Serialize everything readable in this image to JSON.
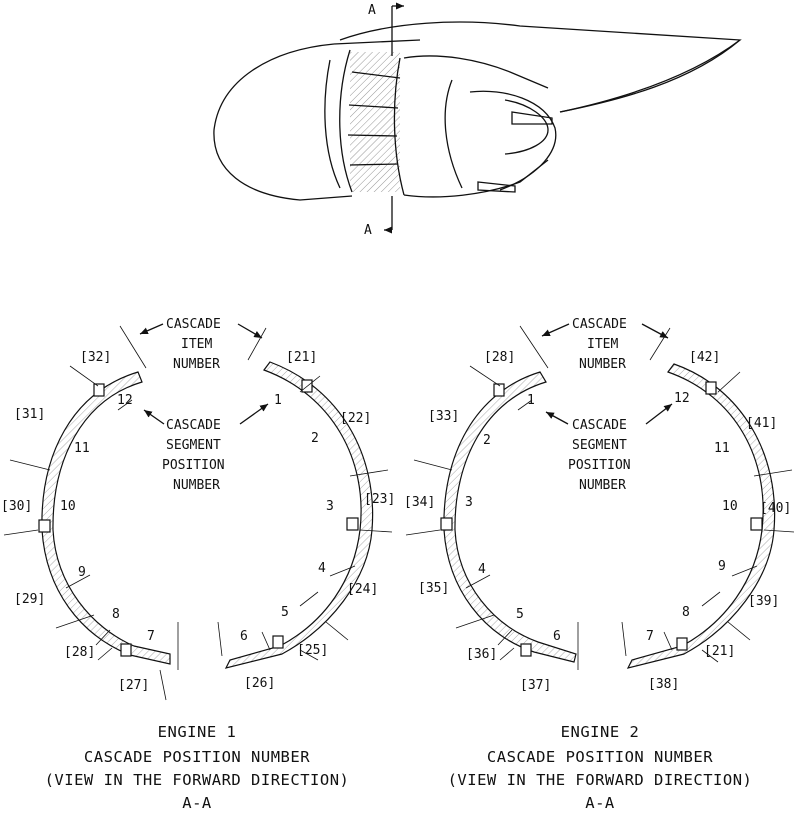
{
  "section_marker": "A",
  "labels": {
    "cascade_item_number": [
      "CASCADE",
      "ITEM",
      "NUMBER"
    ],
    "cascade_segment_position_number": [
      "CASCADE",
      "SEGMENT",
      "POSITION",
      "NUMBER"
    ]
  },
  "engine1": {
    "captions": [
      "ENGINE 1",
      "CASCADE POSITION NUMBER",
      "(VIEW IN THE FORWARD DIRECTION)",
      "A-A"
    ],
    "positions": [
      "1",
      "2",
      "3",
      "4",
      "5",
      "6",
      "7",
      "8",
      "9",
      "10",
      "11",
      "12"
    ],
    "items": [
      "[21]",
      "[22]",
      "[23]",
      "[24]",
      "[25]",
      "[26]",
      "[27]",
      "[28]",
      "[29]",
      "[30]",
      "[31]",
      "[32]"
    ]
  },
  "engine2": {
    "captions": [
      "ENGINE 2",
      "CASCADE POSITION NUMBER",
      "(VIEW IN THE FORWARD DIRECTION)",
      "A-A"
    ],
    "positions": [
      "1",
      "2",
      "3",
      "4",
      "5",
      "6",
      "7",
      "8",
      "9",
      "10",
      "11",
      "12"
    ],
    "items": [
      "[28]",
      "[33]",
      "[34]",
      "[35]",
      "[36]",
      "[37]",
      "[38]",
      "[21]",
      "[39]",
      "[40]",
      "[41]",
      "[42]"
    ]
  }
}
